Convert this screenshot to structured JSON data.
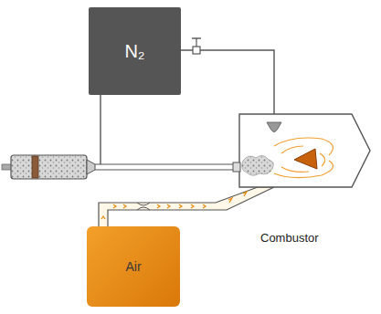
{
  "diagram": {
    "nodes": [
      {
        "text": [
          "N₂"
        ]
      },
      {
        "text": [
          "Air"
        ]
      }
    ],
    "labels": [
      "Combustor"
    ]
  }
}
